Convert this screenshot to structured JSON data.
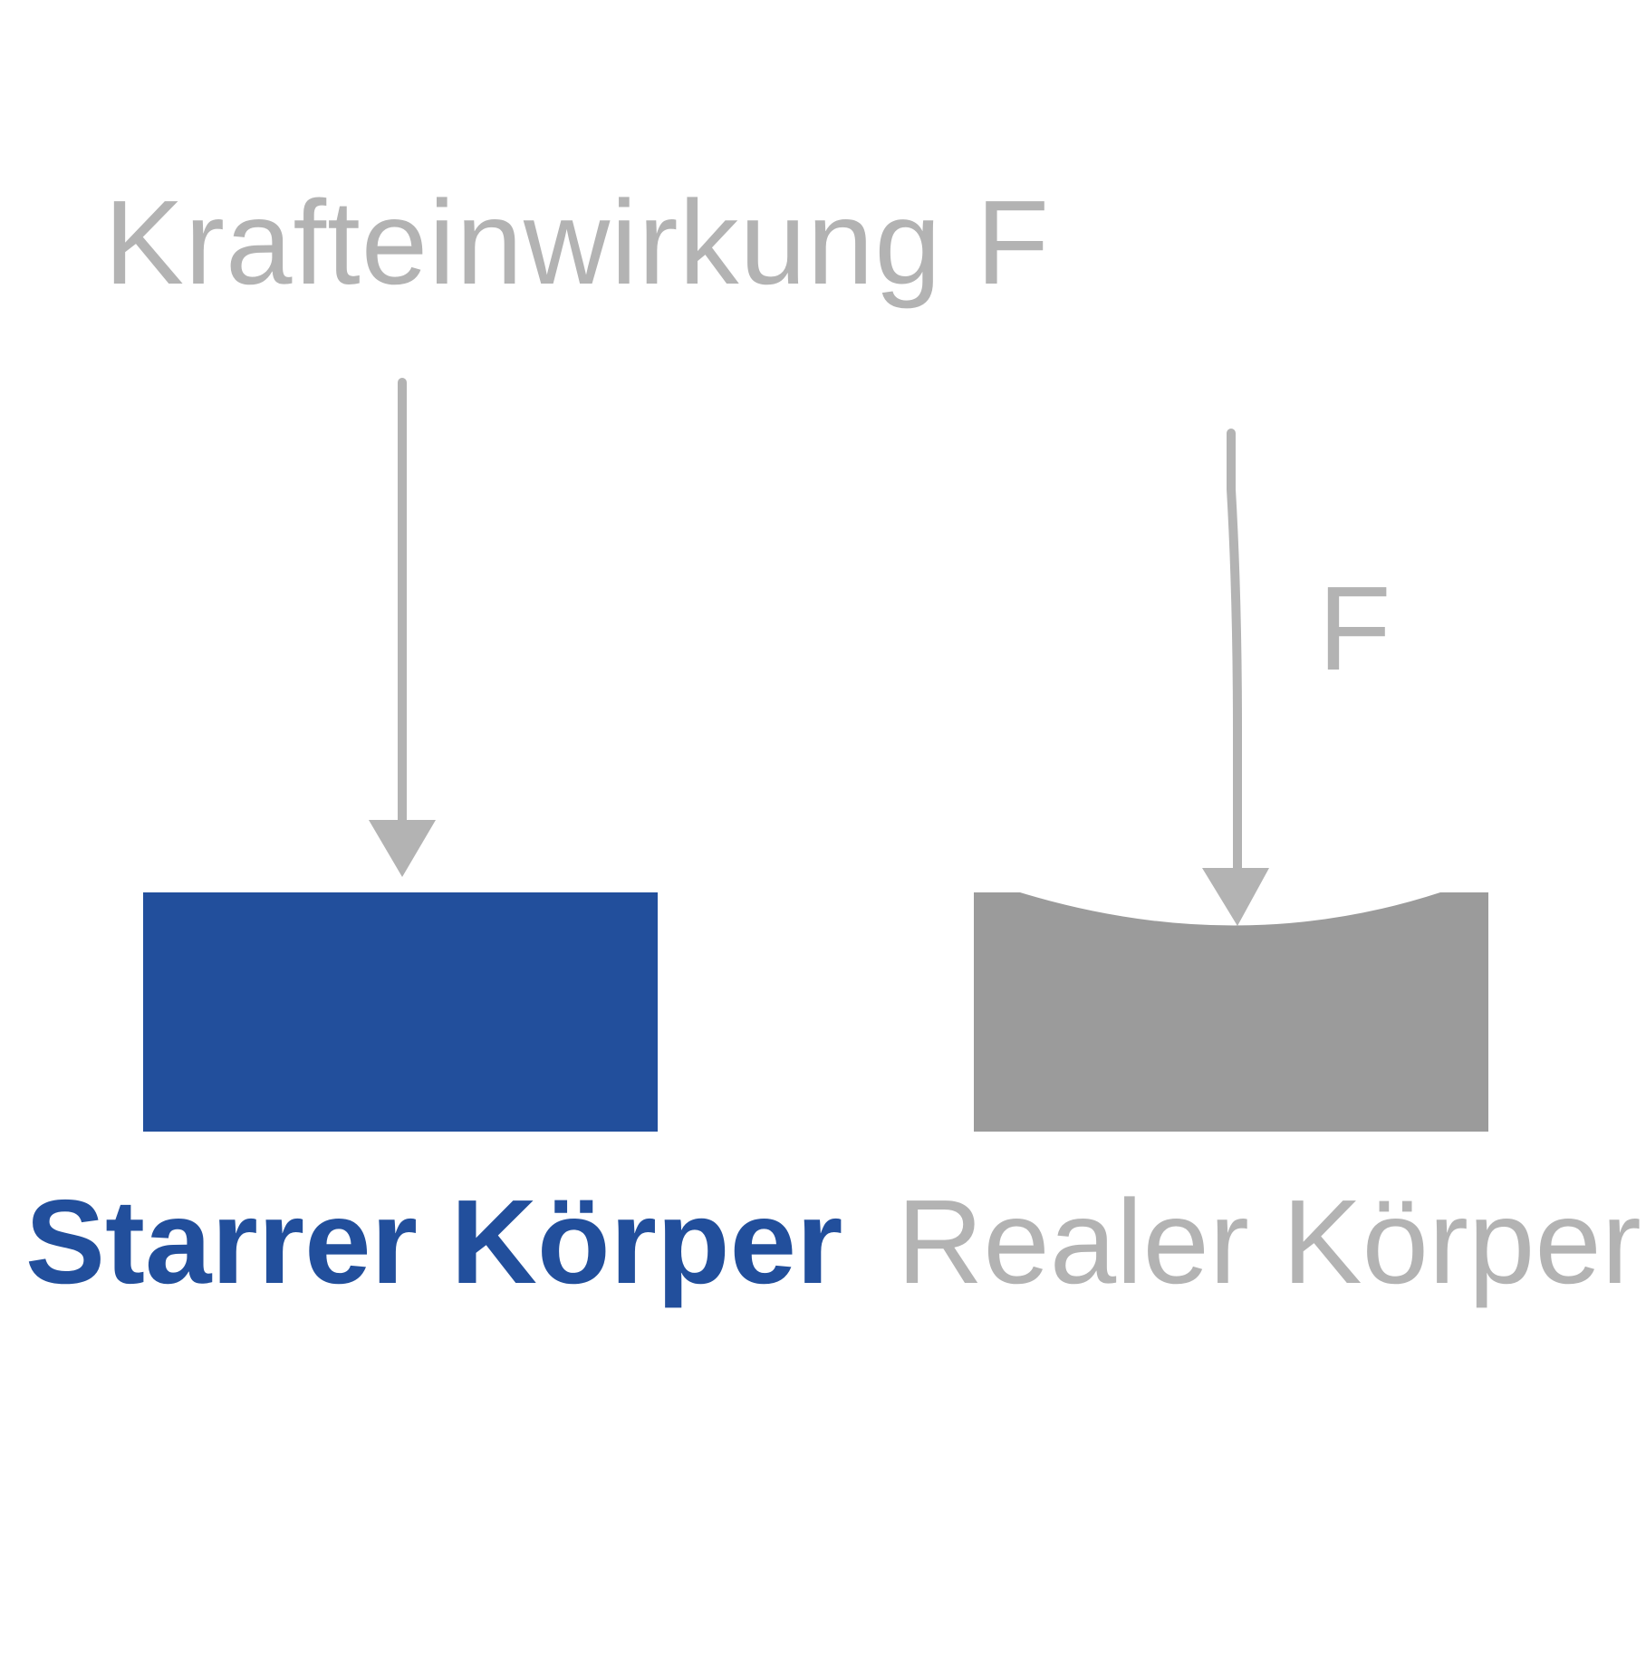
{
  "title": "Krafteinwirkung F",
  "force_label": "F",
  "bodies": {
    "rigid": {
      "label": "Starrer Körper"
    },
    "real": {
      "label": "Realer Körper"
    }
  },
  "colors": {
    "rigid": "#224f9c",
    "real_fill": "#9b9b9b",
    "text_gray": "#b3b3b3",
    "arrow_gray": "#b3b3b3"
  }
}
